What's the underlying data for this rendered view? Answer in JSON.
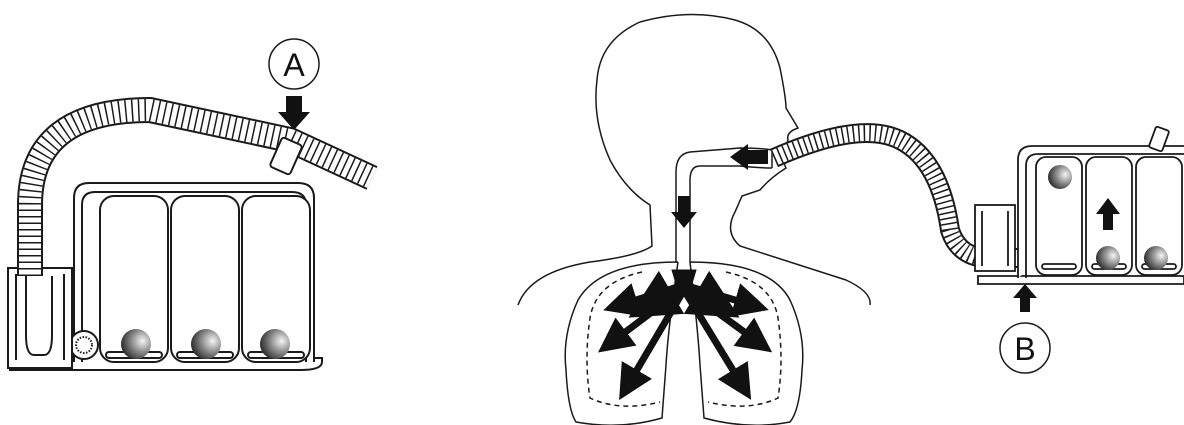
{
  "callouts": {
    "a": {
      "label": "A"
    },
    "b": {
      "label": "B"
    }
  },
  "colors": {
    "stroke": "#1a1a1a",
    "fill": "#ffffff",
    "arrow": "#111111",
    "ball_dark": "#2b2b2b",
    "ball_light": "#f2f2f2"
  },
  "devices": {
    "left_chambers": 3,
    "right_chambers": 3
  }
}
